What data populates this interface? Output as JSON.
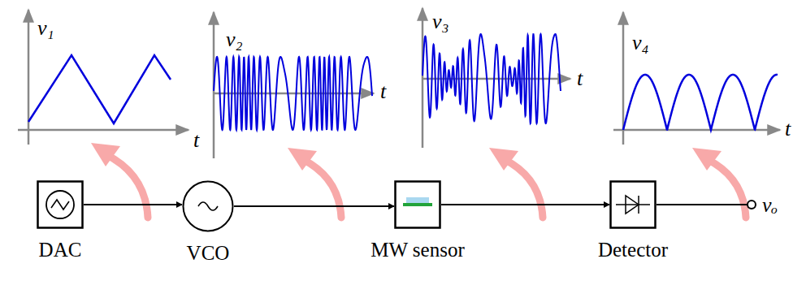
{
  "diagram": {
    "nodes": [
      {
        "text": [
          "DAC"
        ]
      },
      {
        "text": [
          "VCO"
        ]
      },
      {
        "text": [
          "MW sensor"
        ]
      },
      {
        "text": [
          "Detector"
        ]
      }
    ],
    "edges": [
      {
        "from": 0,
        "to": 1,
        "arrow": "to"
      },
      {
        "from": 1,
        "to": 2,
        "arrow": "to"
      },
      {
        "from": 2,
        "to": 3,
        "arrow": "to"
      }
    ],
    "labels": [
      "v₁",
      "t",
      "v₂",
      "t",
      "v₃",
      "t",
      "v₄",
      "t",
      "vₒ"
    ]
  }
}
